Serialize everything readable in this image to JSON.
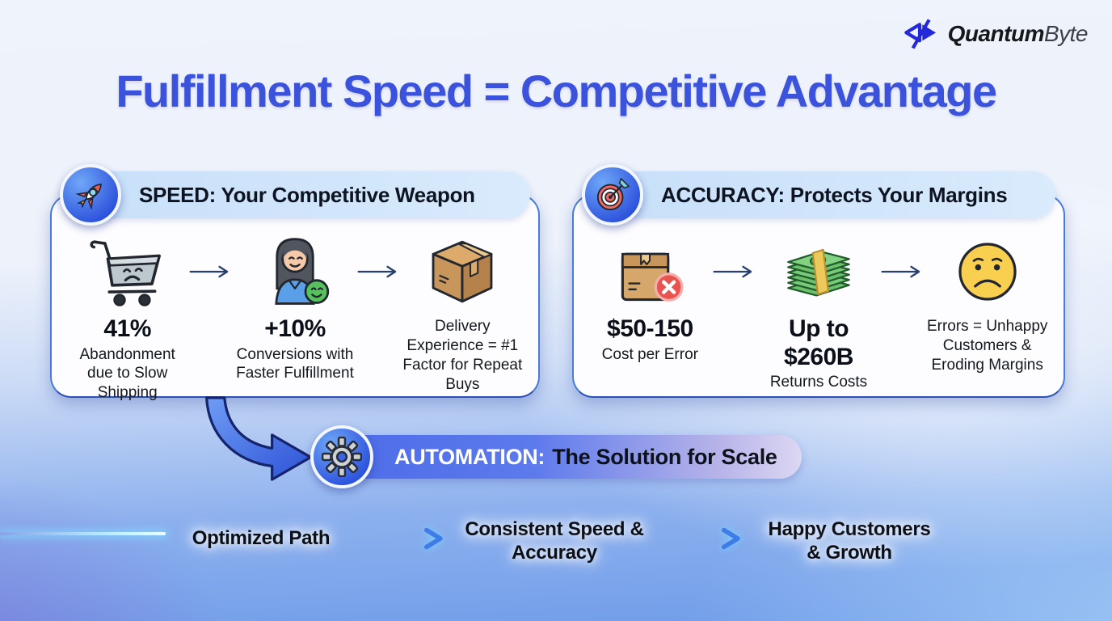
{
  "brand": {
    "icon": "quantumbyte-logo-icon",
    "name_bold": "Quantum",
    "name_light": "Byte"
  },
  "title": "Fulfillment Speed = Competitive Advantage",
  "speed_card": {
    "icon": "rocket-icon",
    "header": "SPEED: Your Competitive Weapon",
    "items": [
      {
        "icon": "sad-cart-icon",
        "stat": "41%",
        "label": "Abandonment due to Slow Shipping"
      },
      {
        "icon": "happy-customer-icon",
        "stat": "+10%",
        "label": "Conversions with Faster Fulfillment"
      },
      {
        "icon": "package-icon",
        "stat": "",
        "label": "Delivery Experience = #1 Factor for Repeat Buys"
      }
    ]
  },
  "accuracy_card": {
    "icon": "target-icon",
    "header": "ACCURACY: Protects Your Margins",
    "items": [
      {
        "icon": "package-error-icon",
        "stat": "$50-150",
        "label": "Cost per Error"
      },
      {
        "icon": "money-stack-icon",
        "stat": "Up to $260B",
        "label": "Returns Costs"
      },
      {
        "icon": "sad-face-icon",
        "stat": "",
        "label": "Errors = Unhappy Customers & Eroding Margins"
      }
    ]
  },
  "automation_banner": {
    "icon": "gear-icon",
    "highlight": "AUTOMATION:",
    "text": "The Solution for Scale"
  },
  "flow": {
    "step1": "Optimized Path",
    "step2": "Consistent Speed & Accuracy",
    "step3": "Happy Customers & Growth"
  },
  "colors": {
    "title_blue": "#3a52dc",
    "card_border": "#4a7bd8",
    "header_pill_blue": "#cfe3fa",
    "banner_blue": "#4d6ce8",
    "banner_lavender": "#dcd7f3",
    "logo_blue": "#2328d8",
    "arrow_navy": "#27406f",
    "flow_glow_cyan": "#7fdcff",
    "error_red": "#e8544f",
    "money_green": "#6cc06c",
    "face_yellow": "#f8cf4e"
  }
}
